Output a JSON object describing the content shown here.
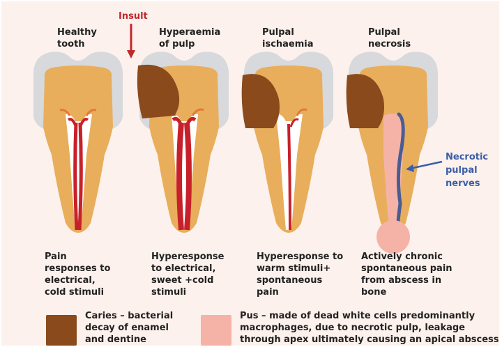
{
  "insult_label": "Insult",
  "stages": [
    {
      "title": "Healthy\ntooth",
      "description": "Pain\nresponses to\nelectrical,\ncold stimuli"
    },
    {
      "title": "Hyperaemia\nof pulp",
      "description": "Hyperesponse\nto electrical,\nsweet +cold\nstimuli"
    },
    {
      "title": "Pulpal\nischaemia",
      "description": "Hyperesponse to\nwarm stimuli+\nspontaneous\npain"
    },
    {
      "title": "Pulpal\nnecrosis",
      "description": "Actively chronic\nspontaneous pain\nfrom abscess in\nbone"
    }
  ],
  "necrotic_label": "Necrotic\npulpal\nnerves",
  "legend": {
    "caries": {
      "term": "Caries",
      "text": " – bacterial\ndecay of enamel\nand dentine",
      "color": "#8a4a1c"
    },
    "pus": {
      "term": "Pus",
      "text": " – made of dead white cells predominantly\nmacrophages, due to necrotic pulp, leakage\nthrough apex ultimately causing an apical abscess",
      "color": "#f5b3a8"
    }
  },
  "colors": {
    "enamel": "#d7d9dc",
    "dentine": "#e8ae5c",
    "pulp_red": "#c8202a",
    "necrotic_nerve": "#4a5d93",
    "insult_arrow": "#c0282e"
  }
}
